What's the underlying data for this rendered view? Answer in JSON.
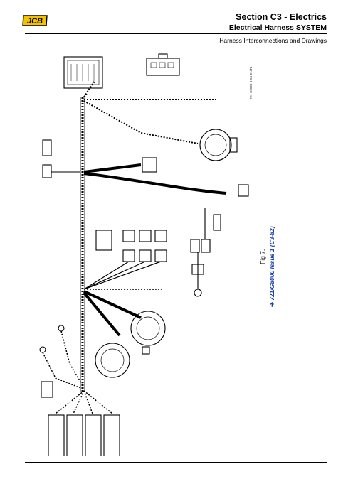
{
  "header": {
    "logo_text": "JCB",
    "section_title": "Section C3 - Electrics",
    "subtitle": "Electrical Harness SYSTEM",
    "page_topic": "Harness Interconnections and Drawings"
  },
  "figure": {
    "label": "Fig 7.",
    "reference_link": "721/G8000 Issue 1 (C3-82)",
    "drawing_code": "721-G8000-1-04-E1/T1"
  },
  "colors": {
    "link": "#1a3ea8",
    "ink": "#000000",
    "logo_bg": "#f2c200"
  }
}
